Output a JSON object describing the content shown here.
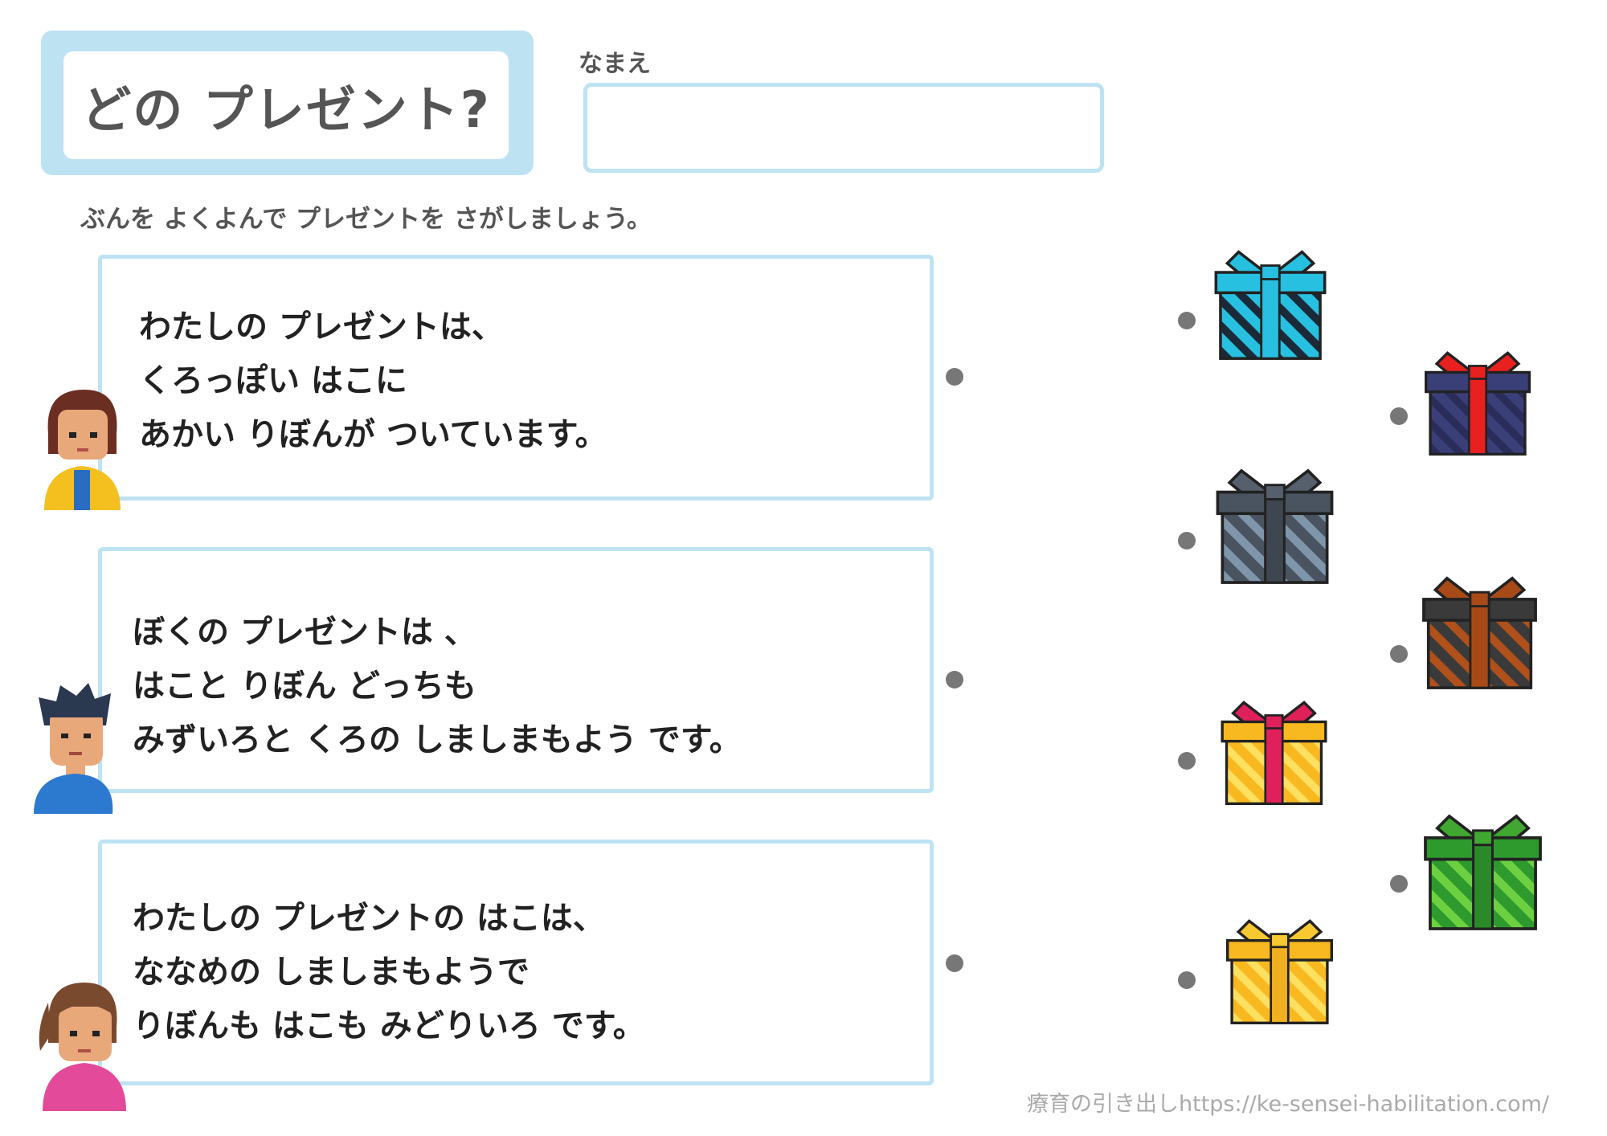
{
  "title": "どの プレゼント?",
  "name_label": "なまえ",
  "instruction": "ぶんを よくよんで プレゼントを さがしましょう。",
  "stories": [
    {
      "lines": [
        "わたしの プレゼントは、",
        "くろっぽい はこに",
        "あかい りぼんが ついています。"
      ]
    },
    {
      "lines": [
        "ぼくの プレゼントは 、",
        "はこと りぼん どっちも",
        "みずいろと くろの しましまもよう です。"
      ]
    },
    {
      "lines": [
        "わたしの プレゼントの はこは、",
        "ななめの しましまもようで",
        "りぼんも はこも みどりいろ です。"
      ]
    }
  ],
  "gifts": [
    {
      "name": "cyan-black-striped",
      "box": "#28c0e0",
      "stripe": "#1a2a38",
      "ribbon": "#28c0e0",
      "bow": "#28c0e0"
    },
    {
      "name": "navy-red-ribbon",
      "box": "#3b3f78",
      "stripe": "#2a2d5a",
      "ribbon": "#e82020",
      "bow": "#e82020"
    },
    {
      "name": "grey-striped",
      "box": "#4a5360",
      "stripe": "#7f95aa",
      "ribbon": "#3e4650",
      "bow": "#56606c"
    },
    {
      "name": "black-orange-striped",
      "box": "#3a3a3a",
      "stripe": "#b0501a",
      "ribbon": "#a84a18",
      "bow": "#a84a18"
    },
    {
      "name": "yellow-pink-ribbon",
      "box": "#f8b820",
      "stripe": "#fde060",
      "ribbon": "#e0205a",
      "bow": "#e0205a"
    },
    {
      "name": "green-striped",
      "box": "#2e9a2e",
      "stripe": "#6cd040",
      "ribbon": "#2a8a2a",
      "bow": "#40a830"
    },
    {
      "name": "yellow-striped",
      "box": "#f8b820",
      "stripe": "#fde060",
      "ribbon": "#f0b020",
      "bow": "#f8c830"
    }
  ],
  "footer": "療育の引き出しhttps://ke-sensei-habilitation.com/"
}
